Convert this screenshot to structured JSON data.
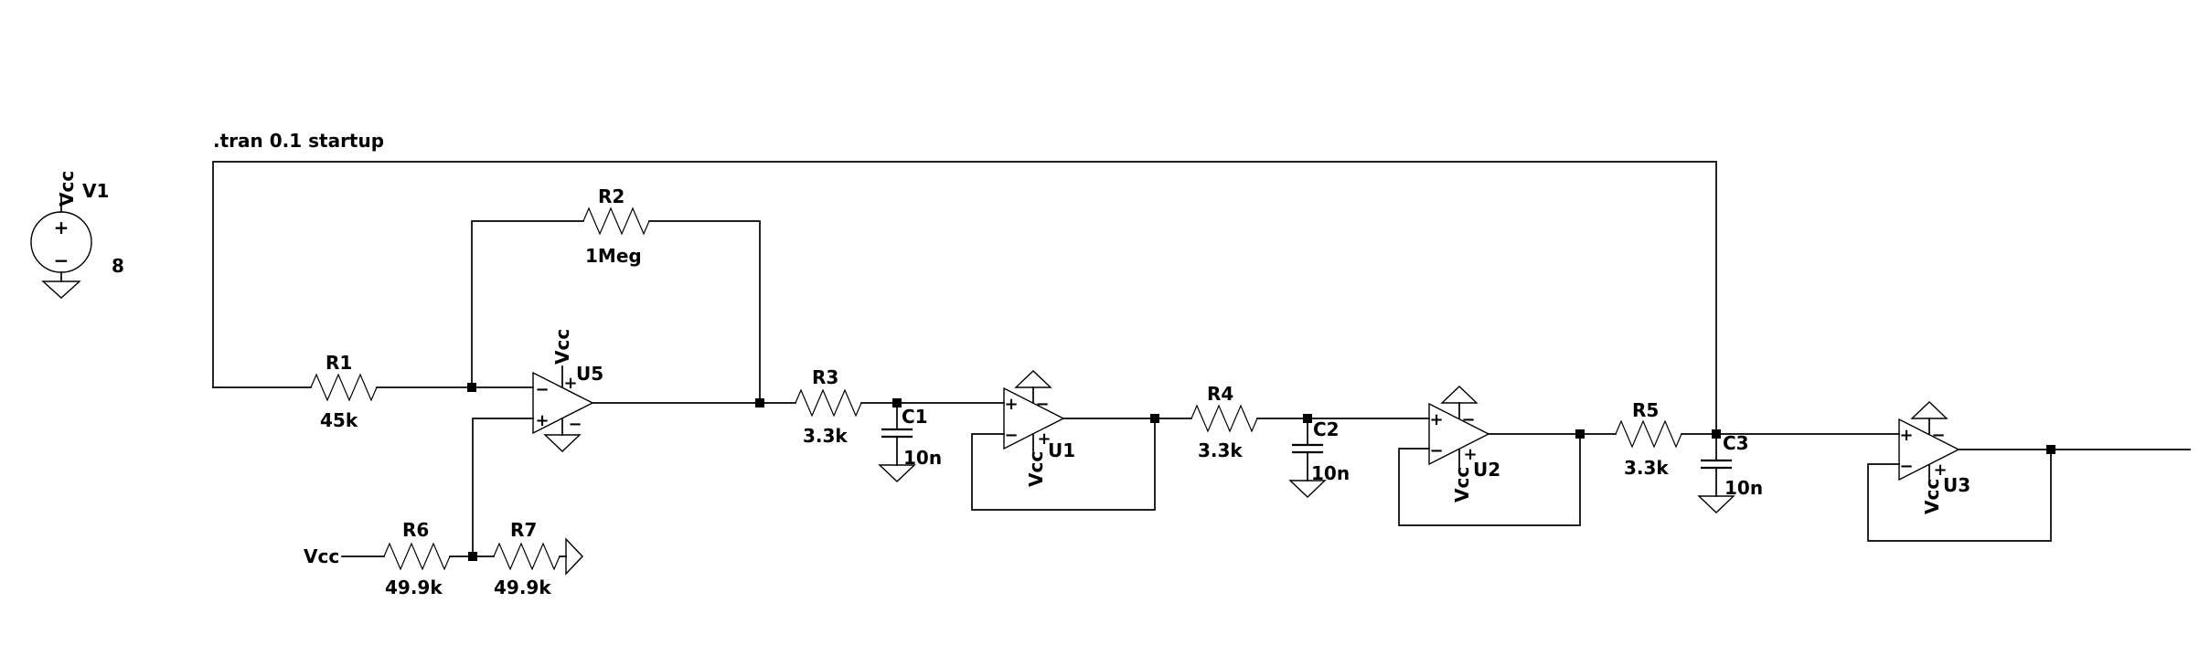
{
  "directive": ".tran 0.1 startup",
  "nets": {
    "vcc": "Vcc"
  },
  "glyphs": {
    "plus": "+",
    "minus": "−"
  },
  "components": {
    "v1": {
      "name": "V1",
      "value": "8",
      "net": "Vcc",
      "type": "voltage-source"
    },
    "r1": {
      "name": "R1",
      "value": "45k"
    },
    "r2": {
      "name": "R2",
      "value": "1Meg"
    },
    "r3": {
      "name": "R3",
      "value": "3.3k"
    },
    "r4": {
      "name": "R4",
      "value": "3.3k"
    },
    "r5": {
      "name": "R5",
      "value": "3.3k"
    },
    "r6": {
      "name": "R6",
      "value": "49.9k"
    },
    "r7": {
      "name": "R7",
      "value": "49.9k"
    },
    "c1": {
      "name": "C1",
      "value": "10n"
    },
    "c2": {
      "name": "C2",
      "value": "10n"
    },
    "c3": {
      "name": "C3",
      "value": "10n"
    },
    "u5": {
      "name": "U5",
      "supply": "Vcc"
    },
    "u1": {
      "name": "U1",
      "supply": "Vcc"
    },
    "u2": {
      "name": "U2",
      "supply": "Vcc"
    },
    "u3": {
      "name": "U3",
      "supply": "Vcc"
    }
  }
}
